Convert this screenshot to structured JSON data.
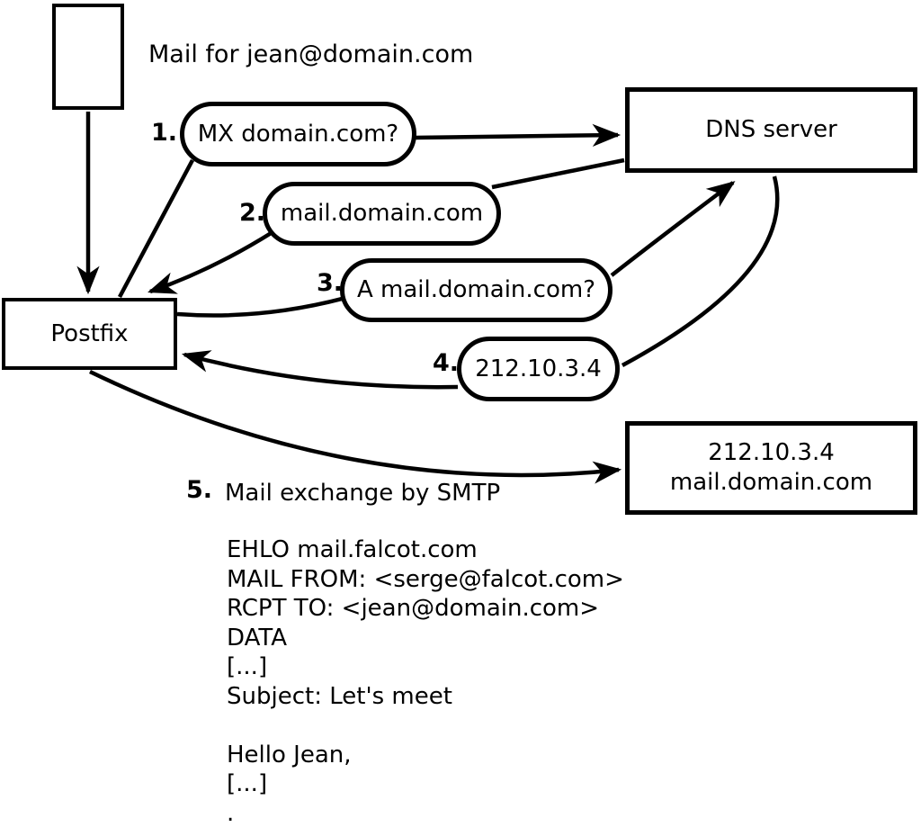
{
  "diagram": {
    "title": "Mail for jean@domain.com",
    "nodes": {
      "postfix": {
        "label": "Postfix"
      },
      "dns": {
        "label": "DNS server"
      },
      "mta": {
        "lines": [
          "212.10.3.4",
          "mail.domain.com"
        ]
      }
    },
    "steps": [
      {
        "num": "1.",
        "label": "MX domain.com?"
      },
      {
        "num": "2.",
        "label": "mail.domain.com"
      },
      {
        "num": "3.",
        "label": "A mail.domain.com?"
      },
      {
        "num": "4.",
        "label": "212.10.3.4"
      },
      {
        "num": "5.",
        "label": "Mail exchange by SMTP"
      }
    ],
    "smtp_session": {
      "lines": [
        "EHLO mail.falcot.com",
        "MAIL FROM: <serge@falcot.com>",
        "RCPT TO: <jean@domain.com>",
        "DATA",
        "[...]",
        "Subject: Let's meet",
        "",
        "Hello Jean,",
        "[...]",
        "."
      ]
    },
    "colors": {
      "ink": "#000000",
      "background": "#ffffff"
    }
  }
}
